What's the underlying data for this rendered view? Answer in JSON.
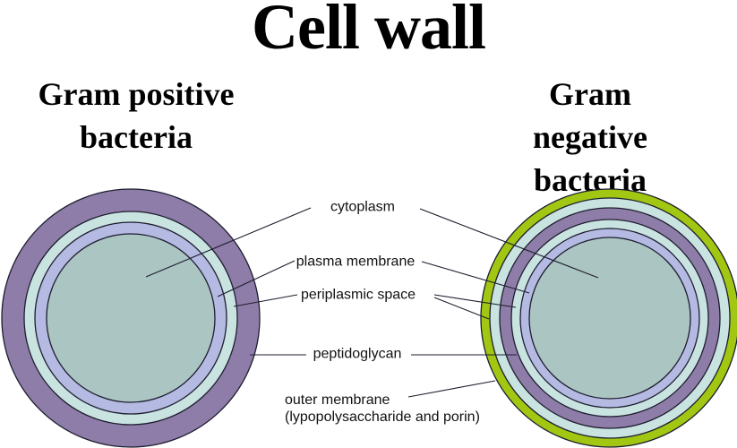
{
  "title": "Cell wall",
  "headings": {
    "left": {
      "line1": "Gram positive",
      "line2": "bacteria"
    },
    "right": {
      "line1": "Gram negative",
      "line2": "bacteria"
    }
  },
  "labels": {
    "cytoplasm": "cytoplasm",
    "plasma_membrane": "plasma membrane",
    "periplasmic_space": "periplasmic space",
    "peptidoglycan": "peptidoglycan",
    "outer_membrane": "outer membrane",
    "outer_membrane_sub": "(lypopolysaccharide and porin)"
  },
  "colors": {
    "peptidoglycan": "#8e7da8",
    "periplasmic_space": "#c9e3e1",
    "plasma_membrane": "#b4bae2",
    "cytoplasm": "#abc5c3",
    "outer_membrane": "#a1c713",
    "outline": "#1e1e2f",
    "text": "#000000",
    "background": "#ffffff"
  },
  "diagram": {
    "gram_positive_cell": {
      "name": "Gram positive bacteria",
      "layers_outer_to_inner": [
        {
          "label": "peptidoglycan",
          "color": "#8e7da8"
        },
        {
          "label": "periplasmic space",
          "color": "#c9e3e1"
        },
        {
          "label": "plasma membrane",
          "color": "#b4bae2"
        },
        {
          "label": "cytoplasm",
          "color": "#abc5c3"
        }
      ]
    },
    "gram_negative_cell": {
      "name": "Gram negative bacteria",
      "layers_outer_to_inner": [
        {
          "label": "outer membrane (lypopolysaccharide and porin)",
          "color": "#a1c713"
        },
        {
          "label": "periplasmic space",
          "color": "#c9e3e1"
        },
        {
          "label": "peptidoglycan",
          "color": "#8e7da8"
        },
        {
          "label": "periplasmic space",
          "color": "#c9e3e1"
        },
        {
          "label": "plasma membrane",
          "color": "#b4bae2"
        },
        {
          "label": "cytoplasm",
          "color": "#abc5c3"
        }
      ]
    }
  }
}
